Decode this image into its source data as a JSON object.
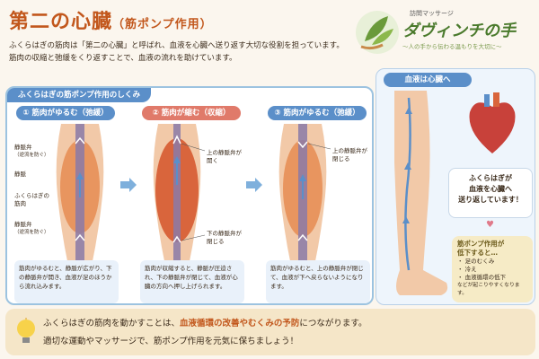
{
  "header": {
    "title": "第二の心臓",
    "subtitle": "（筋ポンプ作用）",
    "desc_line1": "ふくらはぎの筋肉は「第二の心臓」と呼ばれ、血液を心臓へ送り返す大切な役割を担っています。",
    "desc_line2": "筋肉の収縮と弛緩をくり返すことで、血液の流れを助けています。"
  },
  "brand": {
    "sub_name": "訪問マッサージ",
    "name": "ダヴィンチの手",
    "tagline": "〜人の手から伝わる温もりを大切に〜"
  },
  "panel": {
    "title": "ふくらはぎの筋ポンプ作用のしくみ",
    "steps": [
      {
        "head": "① 筋肉がゆるむ（弛緩）",
        "caption": "筋肉がゆるむと、静脈が広がり、下の静脈弁が開き、血液が足のほうから流れ込みます。",
        "labels": [
          "静脈弁",
          "（逆流を防ぐ）",
          "静脈",
          "ふくらはぎの",
          "筋肉",
          "静脈弁",
          "（逆流を防ぐ）"
        ]
      },
      {
        "head": "② 筋肉が縮む（収縮）",
        "caption": "筋肉が収縮すると、静脈が圧迫され、下の静脈弁が閉じて、血液が心臓の方向へ押し上げられます。",
        "labels": [
          "上の静脈弁が",
          "開く",
          "下の静脈弁が",
          "閉じる"
        ]
      },
      {
        "head": "③ 筋肉がゆるむ（弛緩）",
        "caption": "筋肉がゆるむと、上の静脈弁が閉じて、血液が下へ戻らないようになります。",
        "labels": [
          "上の静脈弁が",
          "閉じる"
        ]
      }
    ]
  },
  "right": {
    "title": "血液は心臓へ",
    "bubble_line1": "ふくらはぎが",
    "bubble_line2": "血液を心臓へ",
    "bubble_line3": "送り返しています！",
    "note_title1": "筋ポンプ作用が",
    "note_title2": "低下すると…",
    "note_items": [
      "・ 足のむくみ",
      "・ 冷え",
      "・ 血液循環の低下"
    ],
    "note_foot": "などが起こりやすくなります。"
  },
  "footer": {
    "line1_pre": "ふくらはぎの筋肉を動かすことは、",
    "line1_hl": "血液循環の改善やむくみの予防",
    "line1_post": "につながります。",
    "line2": "適切な運動やマッサージで、筋ポンプ作用を元気に保ちましょう！"
  },
  "colors": {
    "accent": "#c2571c",
    "blue": "#5b8fc9",
    "step2": "#e07a6a",
    "brand_green": "#4a7a2c"
  },
  "icons": [
    "leaf-logo-icon",
    "heart-icon",
    "lightbulb-icon",
    "arrow-right-icon",
    "arrow-up-icon"
  ]
}
